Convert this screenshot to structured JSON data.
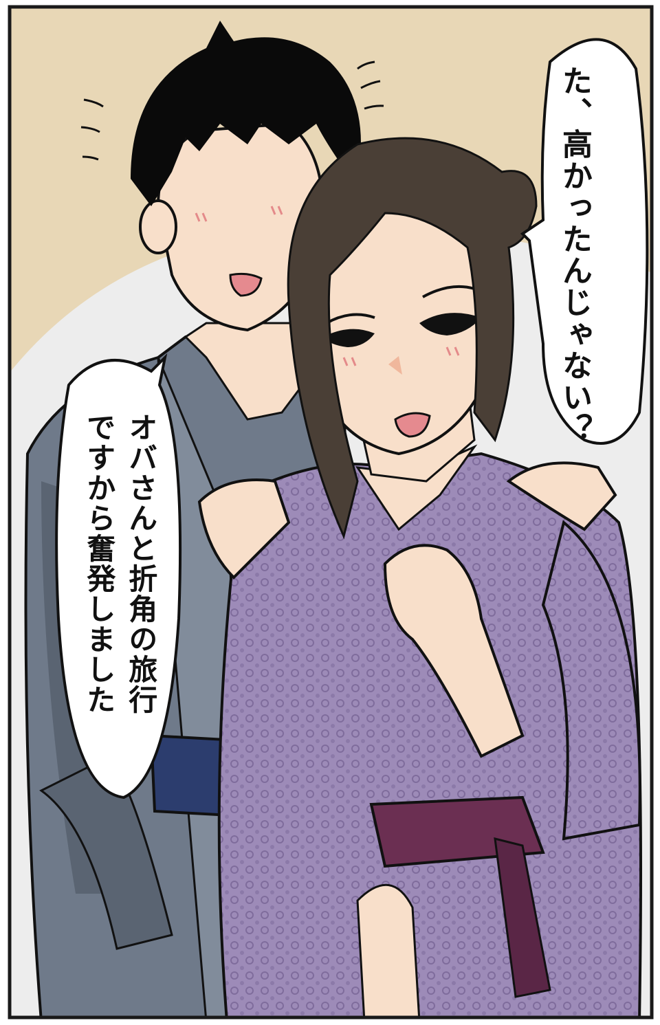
{
  "dialogue": {
    "right_bubble": "た、高かったんじゃない？",
    "left_bubble_line1": "オバさんと折角の旅行",
    "left_bubble_line2": "ですから奮発しました"
  },
  "colors": {
    "background_tan": "#e8d7b6",
    "background_pale": "#ededed",
    "hair_black": "#0a0a0a",
    "hair_brown": "#4a3f36",
    "skin": "#f8dfca",
    "yukata_gray": "#6f7a8a",
    "yukata_purple": "#9d8bb8",
    "obi_navy": "#2c3d6e",
    "obi_plum": "#6b2f52",
    "panel_border": "#1a1a1a"
  }
}
